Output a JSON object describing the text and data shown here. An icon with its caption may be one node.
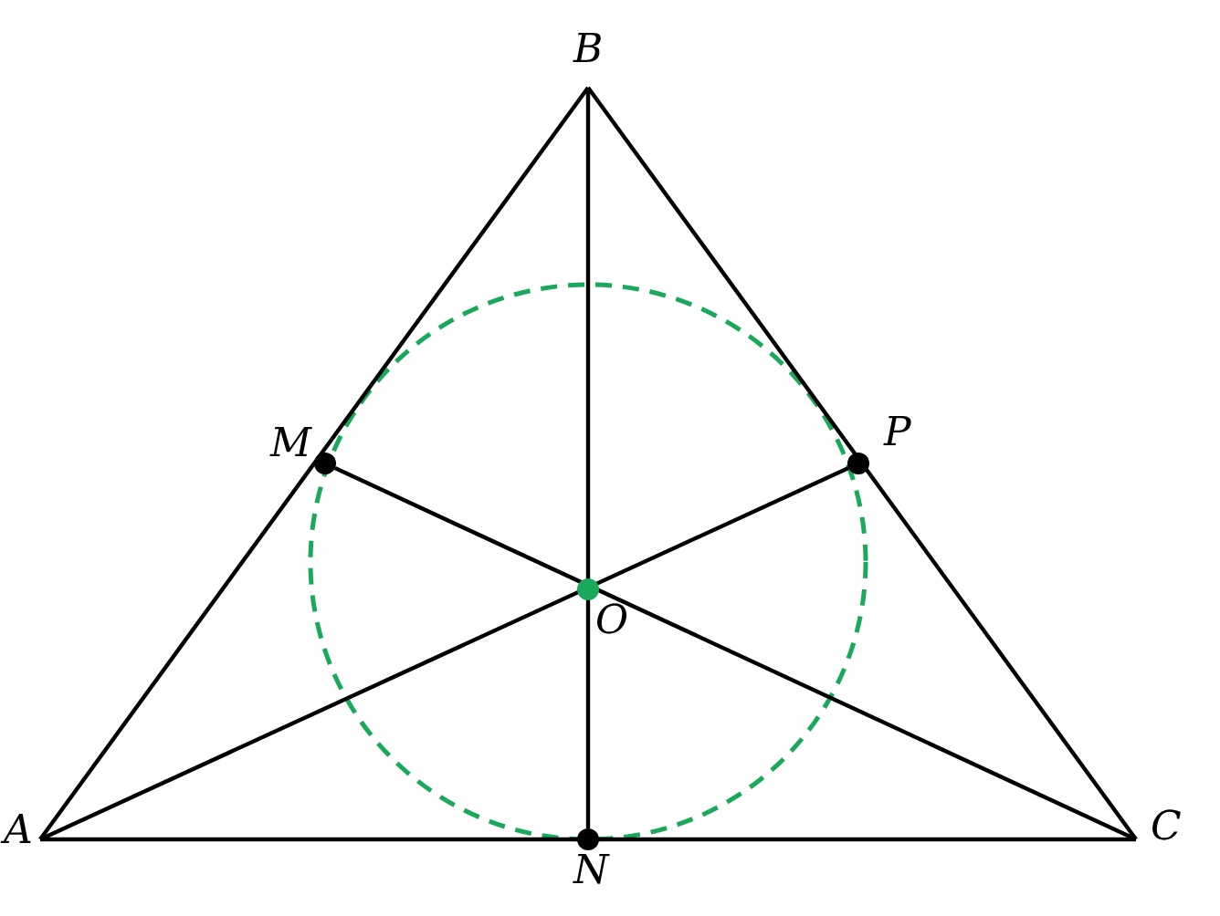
{
  "diagram": {
    "nodes": [
      {
        "text": [
          "B"
        ]
      },
      {
        "text": [
          "M"
        ]
      },
      {
        "text": [
          "P"
        ]
      },
      {
        "text": [
          "O"
        ]
      },
      {
        "text": [
          "A"
        ]
      },
      {
        "text": [
          "N"
        ]
      },
      {
        "text": [
          "C"
        ]
      }
    ],
    "edges": [
      {
        "from": 4,
        "to": 0,
        "arrow": "none"
      },
      {
        "from": 0,
        "to": 6,
        "arrow": "none"
      },
      {
        "from": 4,
        "to": 6,
        "arrow": "none"
      },
      {
        "from": 0,
        "to": 5,
        "arrow": "none"
      },
      {
        "from": 1,
        "to": 6,
        "arrow": "none"
      },
      {
        "from": 4,
        "to": 2,
        "arrow": "none"
      }
    ]
  }
}
